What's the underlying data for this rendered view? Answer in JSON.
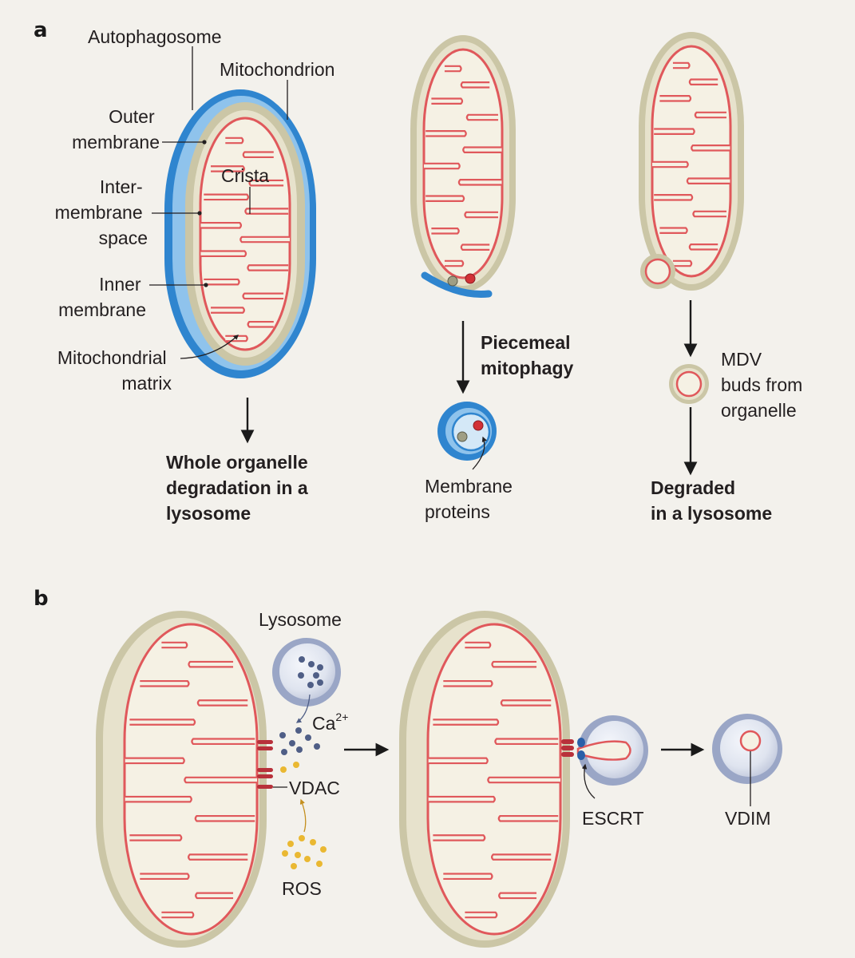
{
  "panel_a": {
    "letter": "a",
    "labels": {
      "autophagosome": "Autophagosome",
      "mitochondrion": "Mitochondrion",
      "outer_membrane": [
        "Outer",
        "membrane"
      ],
      "crista": "Crista",
      "intermembrane_space": [
        "Inter-",
        "membrane",
        "space"
      ],
      "inner_membrane": [
        "Inner",
        "membrane"
      ],
      "mitochondrial_matrix": [
        "Mitochondrial",
        "matrix"
      ],
      "membrane_proteins": [
        "Membrane",
        "proteins"
      ],
      "mdv_buds": [
        "MDV",
        "buds from",
        "organelle"
      ]
    },
    "outcomes": {
      "whole": [
        "Whole organelle",
        "degradation in a",
        "lysosome"
      ],
      "piecemeal": [
        "Piecemeal",
        "mitophagy"
      ],
      "degraded": [
        "Degraded",
        "in a lysosome"
      ]
    }
  },
  "panel_b": {
    "letter": "b",
    "labels": {
      "lysosome": "Lysosome",
      "calcium": "Ca",
      "calcium_charge": "2+",
      "vdac": "VDAC",
      "ros": "ROS",
      "escrt": "ESCRT",
      "vdim": "VDIM"
    }
  },
  "colors": {
    "background": "#f3f1ec",
    "outer_membrane": "#cbc6a6",
    "intermembrane": "#e7e2cc",
    "matrix": "#f5f1e4",
    "cristae": "#e0585b",
    "autophagosome": "#2f85cf",
    "lysosome": "#9aa6c6",
    "ca_ion": "#4f5e86",
    "ros": "#eab832",
    "vdac": "#b8303a",
    "escrt": "#2a5fa8"
  }
}
